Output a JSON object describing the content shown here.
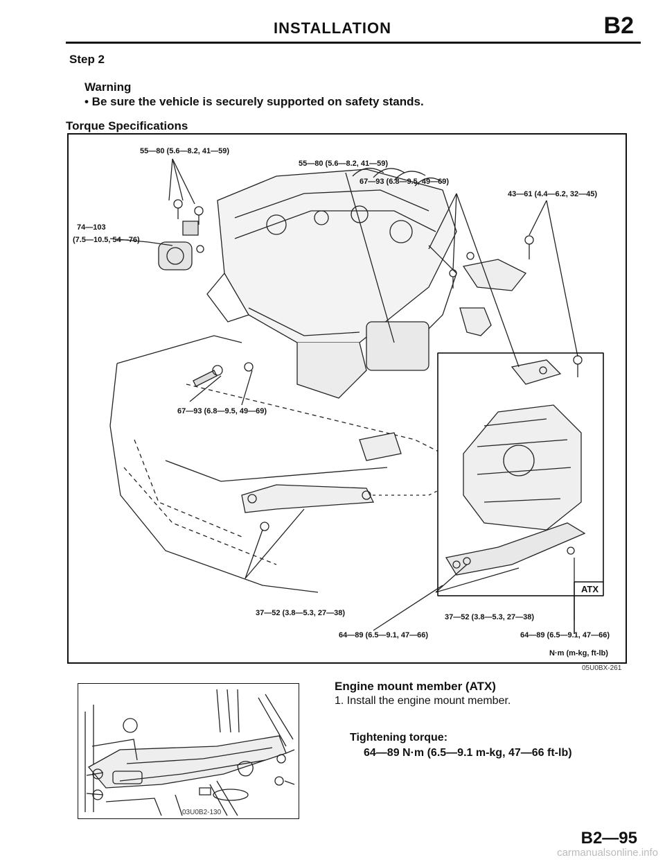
{
  "header": {
    "title": "INSTALLATION",
    "section": "B2"
  },
  "step": "Step 2",
  "warning": {
    "title": "Warning",
    "items": [
      "• Be sure the vehicle is securely supported on safety stands."
    ]
  },
  "torque_heading": "Torque Specifications",
  "diagram": {
    "labels": {
      "top_left": "55—80 (5.6—8.2, 41—59)",
      "top_center": "55—80 (5.6—8.2, 41—59)",
      "upper_right_1": "67—93 (6.8—9.5, 49—69)",
      "upper_right_2": "43—61 (4.4—6.2, 32—45)",
      "left_1": "74—103",
      "left_2": "(7.5—10.5, 54—76)",
      "middle": "67—93 (6.8—9.5, 49—69)",
      "bottom_left": "37—52 (3.8—5.3, 27—38)",
      "bottom_mid": "37—52 (3.8—5.3, 27—38)",
      "bottom_center": "64—89 (6.5—9.1, 47—66)",
      "bottom_right": "64—89 (6.5—9.1, 47—66)",
      "inset": "ATX",
      "units": "N·m (m-kg, ft-lb)"
    },
    "code": "05U0BX-261"
  },
  "mount": {
    "title": "Engine mount member (ATX)",
    "step": "1. Install the engine mount member.",
    "torque_label": "Tightening torque:",
    "torque_value": "64—89 N·m (6.5—9.1 m-kg, 47—66 ft-lb)"
  },
  "small_figure": {
    "code": "03U0B2-130"
  },
  "page_number": "B2—95",
  "footer": "carmanualsonline.info"
}
